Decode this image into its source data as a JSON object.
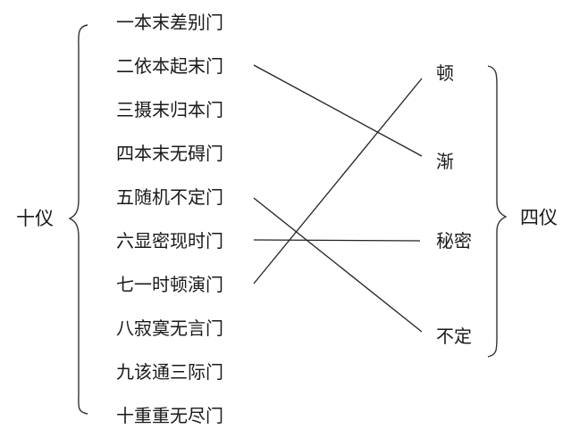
{
  "left_group": {
    "label": "十仪",
    "items": [
      "一本末差别门",
      "二依本起末门",
      "三摄末归本门",
      "四本末无碍门",
      "五随机不定门",
      "六显密现时门",
      "七一时顿演门",
      "八寂寞无言门",
      "九该通三际门",
      "十重重无尽门"
    ]
  },
  "right_group": {
    "label": "四仪",
    "items": [
      "顿",
      "渐",
      "秘密",
      "不定"
    ]
  },
  "connections": [
    {
      "from": "二依本起末门",
      "to": "渐"
    },
    {
      "from": "五随机不定门",
      "to": "不定"
    },
    {
      "from": "六显密现时门",
      "to": "秘密"
    },
    {
      "from": "七一时顿演门",
      "to": "顿"
    }
  ],
  "colors": {
    "text": "#1a1a1a",
    "lines": "#222222",
    "background": "#ffffff"
  }
}
